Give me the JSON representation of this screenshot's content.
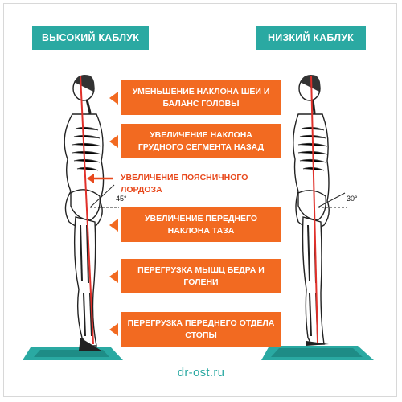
{
  "header": {
    "left_title": "ВЫСОКИЙ КАБЛУК",
    "right_title": "НИЗКИЙ КАБЛУК"
  },
  "labels": [
    {
      "text": "УМЕНЬШЕНИЕ НАКЛОНА ШЕИ И БАЛАНС ГОЛОВЫ"
    },
    {
      "text": "УВЕЛИЧЕНИЕ НАКЛОНА ГРУДНОГО СЕГМЕНТА НАЗАД"
    },
    {
      "text": "УВЕЛИЧЕНИЕ ПОЯСНИЧНОГО ЛОРДОЗА"
    },
    {
      "text": "УВЕЛИЧЕНИЕ ПЕРЕДНЕГО НАКЛОНА ТАЗА"
    },
    {
      "text": "ПЕРЕГРУЗКА МЫШЦ БЕДРА И ГОЛЕНИ"
    },
    {
      "text": "ПЕРЕГРУЗКА ПЕРЕДНЕГО ОТДЕЛА СТОПЫ"
    }
  ],
  "angles": {
    "left": "45°",
    "right": "30°"
  },
  "footer": {
    "site": "dr-ost.ru"
  },
  "colors": {
    "teal": "#2aa9a2",
    "orange": "#f26a21",
    "red_line": "#e0302a"
  }
}
